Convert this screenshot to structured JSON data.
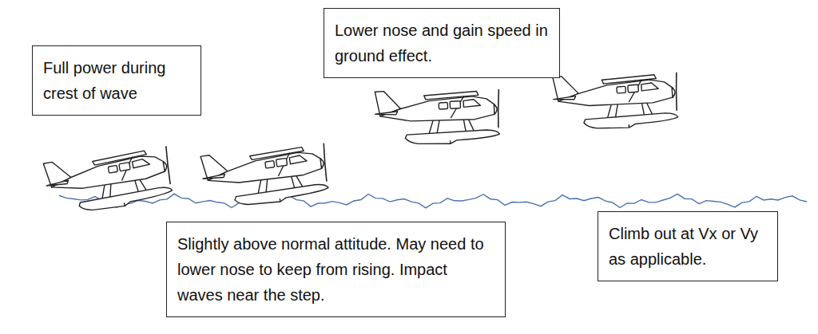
{
  "diagram": {
    "nodes": [
      {
        "text": [
          "Full power during crest of wave"
        ]
      },
      {
        "text": [
          "Lower nose and gain speed in ground effect."
        ]
      },
      {
        "text": [
          "Slightly above normal attitude. May need to lower nose to keep from rising. Impact waves near the step."
        ]
      },
      {
        "text": [
          "Climb out at Vx or Vy as applicable."
        ]
      }
    ]
  }
}
